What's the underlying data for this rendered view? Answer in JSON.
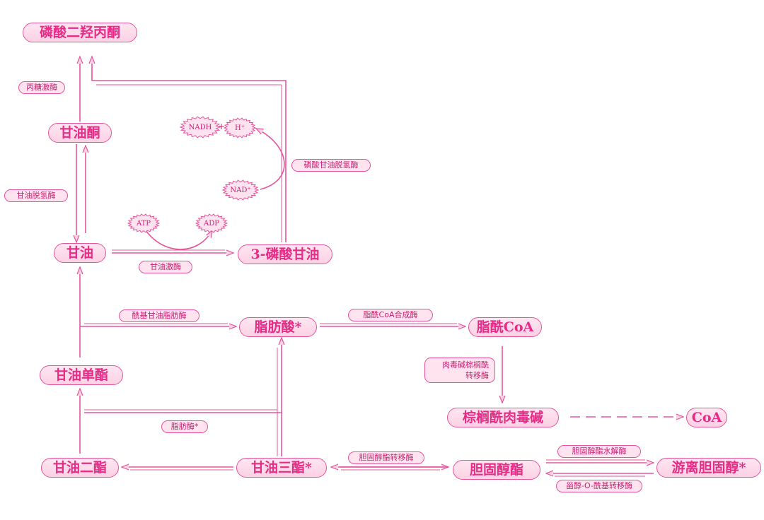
{
  "nodes": {
    "dhap": "磷酸二羟丙酮",
    "glycerone": "甘油酮",
    "glycerol": "甘油",
    "g3p": "3-磷酸甘油",
    "fatty_acid": "脂肪酸*",
    "fatty_acyl_coa": "脂酰CoA",
    "palmitoyl_carnitine": "棕榈酰肉毒碱",
    "coa": "CoA",
    "monoacylglycerol": "甘油单酯",
    "diacylglycerol": "甘油二酯",
    "triacylglycerol": "甘油三酯*",
    "cholesteryl_ester": "胆固醇酯",
    "free_cholesterol": "游离胆固醇*"
  },
  "enzymes": {
    "triose_kinase": "丙糖激酶",
    "glycerol_dehydrogenase": "甘油脱氢酶",
    "g3p_dehydrogenase": "磷酸甘油脱氢酶",
    "glycerol_kinase": "甘油激酶",
    "acylglycerol_lipase": "酰基甘油脂肪酶",
    "acyl_coa_synthetase": "脂酰CoA合成酶",
    "carnitine_transferase_line1": "肉毒碱棕榈酰",
    "carnitine_transferase_line2": "转移酶",
    "lipase": "脂肪酶*",
    "cholesterol_ester_transferase": "胆固醇酯转移酶",
    "cholesterol_ester_hydrolase": "胆固醇酯水解酶",
    "sterol_acyltransferase": "甾醇-O-酰基转移酶"
  },
  "cofactors": {
    "nadh": "NADH",
    "plus": "+",
    "h_plus": "H⁺",
    "nad_plus": "NAD⁺",
    "atp": "ATP",
    "adp": "ADP"
  },
  "colors": {
    "line": "#e5559b",
    "text": "#e62c86",
    "fill": "#fbd1e4"
  }
}
